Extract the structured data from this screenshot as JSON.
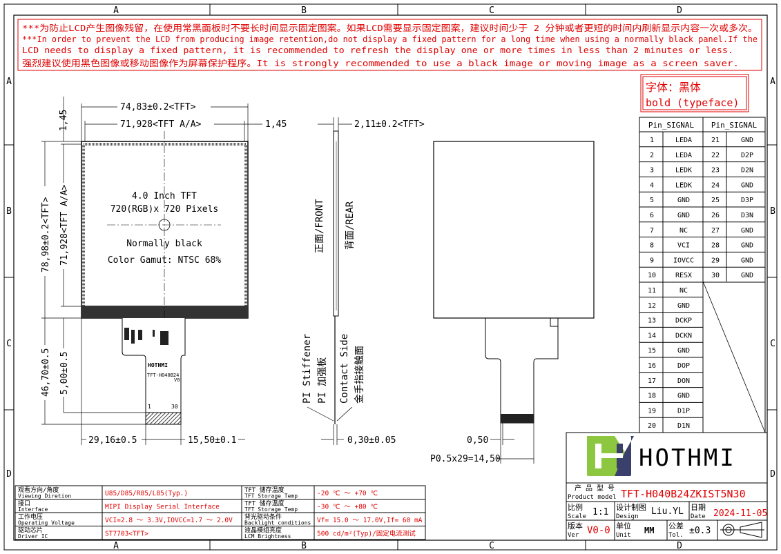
{
  "grid": {
    "columns": [
      "A",
      "B",
      "C",
      "D"
    ],
    "rows": [
      "A",
      "B",
      "C",
      "D"
    ]
  },
  "warning": {
    "line1": "***为防止LCD产生图像残留，在使用常黑面板时不要长时间显示固定图案。如果LCD需要显示固定图案，建议时间少于 2 分钟或者更短的时间内刷新显示内容一次或多次。",
    "line2": "***In order to prevent the LCD from producing image retention,do not display a fixed pattern for a long time when using a normally black panel.If the",
    "line3": " LCD needs to display a fixed pattern, it is recommended to refresh the display one or more times in less than 2 minutes or less.",
    "line4": "强烈建议使用黑色图像或移动图像作为屏幕保护程序。It is strongly recommended to use a black image or moving image as a screen saver."
  },
  "font_note": {
    "line1": "字体：黑体",
    "line2": "bold (typeface)"
  },
  "front_view": {
    "size": "4.0 Inch TFT",
    "resolution": "720(RGB)x 720 Pixels",
    "mode": "Normally black",
    "gamut": "Color Gamut: NTSC 68%",
    "fpc_brand": "HOTHMI",
    "fpc_model": "TFT-H040B24",
    "fpc_ver": "V0",
    "fpc_pin_first": "1",
    "fpc_pin_last": "30"
  },
  "dimensions": {
    "outline_width": "74,83±0.2<TFT>",
    "aa_width": "71,928<TFT A/A>",
    "left_margin": "1,45",
    "right_margin": "1,45",
    "outline_height": "78,98±0.2<TFT>",
    "aa_height": "71,928<TFT A/A>",
    "fpc_length": "46,70±0.5",
    "fpc_offset": "5,00±0.5",
    "fpc_left": "29,16±0.5",
    "fpc_width": "15,50±0.1",
    "thickness": "2,11±0.2<TFT>",
    "fpc_thickness": "0,30±0.05",
    "pitch": "0,50",
    "pitch_total": "P0.5x29=14,50"
  },
  "side_view": {
    "front": "正面/FRONT",
    "rear": "背面/REAR",
    "stiffener_en": "PI Stiffener",
    "stiffener_cn": "PI 加强板",
    "contact_en": "Contact Side",
    "contact_cn": "金手指接触面"
  },
  "pin_table": {
    "headers": [
      "Pin_SIGNAL",
      "Pin_SIGNAL"
    ],
    "left": [
      [
        "1",
        "LEDA"
      ],
      [
        "2",
        "LEDA"
      ],
      [
        "3",
        "LEDK"
      ],
      [
        "4",
        "LEDK"
      ],
      [
        "5",
        "GND"
      ],
      [
        "6",
        "GND"
      ],
      [
        "7",
        "NC"
      ],
      [
        "8",
        "VCI"
      ],
      [
        "9",
        "IOVCC"
      ],
      [
        "10",
        "RESX"
      ],
      [
        "11",
        "NC"
      ],
      [
        "12",
        "GND"
      ],
      [
        "13",
        "DCKP"
      ],
      [
        "14",
        "DCKN"
      ],
      [
        "15",
        "GND"
      ],
      [
        "16",
        "DOP"
      ],
      [
        "17",
        "DON"
      ],
      [
        "18",
        "GND"
      ],
      [
        "19",
        "D1P"
      ],
      [
        "20",
        "D1N"
      ]
    ],
    "right": [
      [
        "21",
        "GND"
      ],
      [
        "22",
        "D2P"
      ],
      [
        "23",
        "D2N"
      ],
      [
        "24",
        "GND"
      ],
      [
        "25",
        "D3P"
      ],
      [
        "26",
        "D3N"
      ],
      [
        "27",
        "GND"
      ],
      [
        "28",
        "GND"
      ],
      [
        "29",
        "GND"
      ],
      [
        "30",
        "GND"
      ]
    ]
  },
  "spec_table": [
    {
      "cn": "观看方向/角度",
      "en": "Viewing Diretion",
      "value": "U85/D85/R85/L85(Typ.)",
      "cn2": "TFT 储存温度",
      "en2": "TFT Storage Temp",
      "value2": "-20 ℃ ～ +70 ℃"
    },
    {
      "cn": "接口",
      "en": "Interface",
      "value": "MIPI Display Serial Interface",
      "cn2": "TFT 储存温度",
      "en2": "TFT Storage Temp",
      "value2": "-30 ℃ ～ +80 ℃"
    },
    {
      "cn": "工作电压",
      "en": "Operating Voltage",
      "value": "VCI=2.8 ～ 3.3V,IOVCC=1.7 ～ 2.0V",
      "cn2": "背光驱动条件",
      "en2": "Backlight conditions",
      "value2": "Vf= 15.0 ～ 17.0V,If= 60 mA"
    },
    {
      "cn": "驱动芯片",
      "en": "Driver IC",
      "value": "ST7703<TFT>",
      "cn2": "液晶模组亮度",
      "en2": "LCM Brightness",
      "value2": "500 cd/m²(Typ)/固定电流测试"
    }
  ],
  "title_block": {
    "logo_text": "HOTHMI",
    "model_label_cn": "产 品 型 号",
    "model_label_en": "Product model",
    "model": "TFT-H040B24ZKIST5N30",
    "scale_cn": "比例",
    "scale_en": "Scale",
    "scale": "1:1",
    "design_cn": "设计制图",
    "design_en": "Design",
    "design": "Liu.YL",
    "date_cn": "日期",
    "date_en": "Date",
    "date": "2024-11-05",
    "ver_cn": "版本",
    "ver_en": "Ver",
    "ver": "V0-0",
    "unit_cn": "单位",
    "unit_en": "Unit",
    "unit": "MM",
    "tol_cn": "公差",
    "tol_en": "Tol.",
    "tol": "±0.3"
  },
  "colors": {
    "red": "#e00000",
    "logo_green": "#8dc63f",
    "logo_navy": "#3a3f6b"
  }
}
